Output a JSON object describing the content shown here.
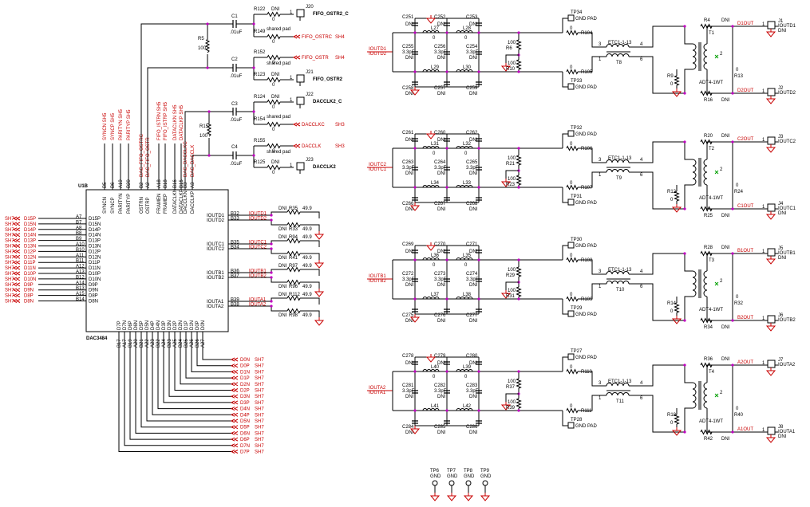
{
  "ic": {
    "ref": "U1B",
    "part": "DAC3484",
    "left_pins": [
      {
        "ball": "A7",
        "name": "D15P",
        "net": "D15P",
        "sheet": "SH7"
      },
      {
        "ball": "B7",
        "name": "D15N",
        "net": "D15N",
        "sheet": "SH7"
      },
      {
        "ball": "A8",
        "name": "D14P",
        "net": "D14P",
        "sheet": "SH7"
      },
      {
        "ball": "B8",
        "name": "D14N",
        "net": "D14N",
        "sheet": "SH7"
      },
      {
        "ball": "B9",
        "name": "D13P",
        "net": "D13P",
        "sheet": "SH7"
      },
      {
        "ball": "A10",
        "name": "D13N",
        "net": "D13N",
        "sheet": "SH7"
      },
      {
        "ball": "B10",
        "name": "D12P",
        "net": "D12P",
        "sheet": "SH7"
      },
      {
        "ball": "A11",
        "name": "D12N",
        "net": "D12N",
        "sheet": "SH7"
      },
      {
        "ball": "B11",
        "name": "D11P",
        "net": "D11P",
        "sheet": "SH7"
      },
      {
        "ball": "A12",
        "name": "D11N",
        "net": "D11N",
        "sheet": "SH7"
      },
      {
        "ball": "A13",
        "name": "D10P",
        "net": "D10P",
        "sheet": "SH7"
      },
      {
        "ball": "B12",
        "name": "D10N",
        "net": "D10N",
        "sheet": "SH7"
      },
      {
        "ball": "A14",
        "name": "D9P",
        "net": "D9P",
        "sheet": "SH7"
      },
      {
        "ball": "B13",
        "name": "D9N",
        "net": "D9N",
        "sheet": "SH7"
      },
      {
        "ball": "A15",
        "name": "D8P",
        "net": "D8P",
        "sheet": "SH7"
      },
      {
        "ball": "B14",
        "name": "D8N",
        "net": "D8N",
        "sheet": "SH7"
      }
    ],
    "top_pins": [
      {
        "ball": "B5",
        "name": "SYNCN",
        "net": "SYNCN",
        "sheet": "SH5"
      },
      {
        "ball": "B6",
        "name": "SYNCP",
        "net": "SYNCP",
        "sheet": "SH5"
      },
      {
        "ball": "A19",
        "name": "PARITYN",
        "net": "PARITYN",
        "sheet": "SH5"
      },
      {
        "ball": "B20",
        "name": "PARITYP",
        "net": "PARITYP",
        "sheet": "SH5"
      },
      {
        "ball": "B2",
        "name": "OSTRN",
        "net": "DAC_FIFO_OSTRC",
        "sheet": ""
      },
      {
        "ball": "A2",
        "name": "OSTRP",
        "net": "DAC_FIFO_OSTR",
        "sheet": ""
      },
      {
        "ball": "A18",
        "name": "FRAMEN",
        "net": "FIFO_ISTRN",
        "sheet": "SH5"
      },
      {
        "ball": "B18",
        "name": "FRAMEP",
        "net": "FIFO_ISTRP",
        "sheet": "SH5"
      },
      {
        "ball": "B16",
        "name": "DATACLKN",
        "net": "DATACLKN",
        "sheet": "SH5"
      },
      {
        "ball": "B15",
        "name": "DATACLKP",
        "net": "DATACLKP",
        "sheet": "SH5"
      },
      {
        "ball": "B3",
        "name": "DACCLKN",
        "net": "DAC_DACCLKC",
        "sheet": ""
      },
      {
        "ball": "A3",
        "name": "DACCLKP",
        "net": "DAC_DACCLK",
        "sheet": ""
      }
    ],
    "right_pins": [
      {
        "ball": "B32",
        "name": "IOUTD1",
        "net": "IOUTD1",
        "r_top": "R35",
        "r_bot": "R33",
        "dni": "DNI",
        "val": "49.9"
      },
      {
        "ball": "B33",
        "name": "IOUTD2",
        "net": "IOUTD2",
        "r_top": "",
        "r_bot": "",
        "dni": "",
        "val": ""
      },
      {
        "ball": "B35",
        "name": "IOUTC1",
        "net": "IOUTC1",
        "r_top": "R94",
        "r_bot": "R41",
        "dni": "DNI",
        "val": "49.9"
      },
      {
        "ball": "B34",
        "name": "IOUTC2",
        "net": "IOUTC2",
        "r_top": "",
        "r_bot": "",
        "dni": "",
        "val": ""
      },
      {
        "ball": "B36",
        "name": "IOUTB1",
        "net": "IOUTB1",
        "r_top": "R97",
        "r_bot": "R96",
        "dni": "DNI",
        "val": "49.9"
      },
      {
        "ball": "B37",
        "name": "IOUTB2",
        "net": "IOUTB2",
        "r_top": "",
        "r_bot": "",
        "dni": "",
        "val": ""
      },
      {
        "ball": "B39",
        "name": "IOUTA1",
        "net": "IOUTA1",
        "r_top": "R112",
        "r_bot": "R98",
        "dni": "DNI",
        "val": "49.9"
      },
      {
        "ball": "B38",
        "name": "IOUTA2",
        "net": "IOUTA2",
        "r_top": "",
        "r_bot": "",
        "dni": "",
        "val": ""
      }
    ],
    "bottom_pins": [
      {
        "ball": "B17",
        "name": "D7P"
      },
      {
        "ball": "A17",
        "name": "D7N"
      },
      {
        "ball": "B19",
        "name": "D6P"
      },
      {
        "ball": "A20",
        "name": "D6N"
      },
      {
        "ball": "B21",
        "name": "D5P"
      },
      {
        "ball": "A22",
        "name": "D5N"
      },
      {
        "ball": "A23",
        "name": "D4P"
      },
      {
        "ball": "B22",
        "name": "D4N"
      },
      {
        "ball": "A24",
        "name": "D3P"
      },
      {
        "ball": "B23",
        "name": "D3N"
      },
      {
        "ball": "A25",
        "name": "D2P"
      },
      {
        "ball": "B24",
        "name": "D2N"
      },
      {
        "ball": "B25",
        "name": "D1P"
      },
      {
        "ball": "A26",
        "name": "D1N"
      },
      {
        "ball": "B26",
        "name": "D0P"
      },
      {
        "ball": "A27",
        "name": "D0N"
      }
    ],
    "bottom_nets": [
      {
        "net": "D0N",
        "sheet": "SH7"
      },
      {
        "net": "D0P",
        "sheet": "SH7"
      },
      {
        "net": "D1N",
        "sheet": "SH7"
      },
      {
        "net": "D1P",
        "sheet": "SH7"
      },
      {
        "net": "D2N",
        "sheet": "SH7"
      },
      {
        "net": "D2P",
        "sheet": "SH7"
      },
      {
        "net": "D3N",
        "sheet": "SH7"
      },
      {
        "net": "D3P",
        "sheet": "SH7"
      },
      {
        "net": "D4N",
        "sheet": "SH7"
      },
      {
        "net": "D4P",
        "sheet": "SH7"
      },
      {
        "net": "D5N",
        "sheet": "SH7"
      },
      {
        "net": "D5P",
        "sheet": "SH7"
      },
      {
        "net": "D6N",
        "sheet": "SH7"
      },
      {
        "net": "D6P",
        "sheet": "SH7"
      },
      {
        "net": "D7N",
        "sheet": "SH7"
      },
      {
        "net": "D7P",
        "sheet": "SH7"
      }
    ]
  },
  "clock_section": {
    "c1": {
      "ref": "C1",
      "val": ".01uF"
    },
    "c2": {
      "ref": "C2",
      "val": ".01uF"
    },
    "c3": {
      "ref": "C3",
      "val": ".01uF"
    },
    "c4": {
      "ref": "C4",
      "val": ".01uF"
    },
    "r5": {
      "ref": "R5",
      "val": "100"
    },
    "r15": {
      "ref": "R15",
      "val": "100"
    },
    "rows": [
      {
        "ref": "R122",
        "val": "DNI",
        "note": "",
        "conn": "J20",
        "conn_net": "FIFO_OSTR2_C",
        "net": "",
        "sheet": ""
      },
      {
        "ref": "R149",
        "val": "",
        "note": "shared pad",
        "conn": "",
        "conn_net": "",
        "net": "FIFO_OSTRC",
        "sheet": "SH4"
      },
      {
        "ref": "R152",
        "val": "",
        "note": "shared pad",
        "conn": "",
        "conn_net": "",
        "net": "FIFO_OSTR",
        "sheet": "SH4"
      },
      {
        "ref": "R123",
        "val": "DNI",
        "note": "",
        "conn": "J21",
        "conn_net": "FIFO_OSTR2",
        "net": "",
        "sheet": ""
      },
      {
        "ref": "R124",
        "val": "DNI",
        "note": "",
        "conn": "J22",
        "conn_net": "DACCLK2_C",
        "net": "",
        "sheet": ""
      },
      {
        "ref": "R154",
        "val": "",
        "note": "shared pad",
        "conn": "",
        "conn_net": "",
        "net": "DACCLKC",
        "sheet": "SH3"
      },
      {
        "ref": "R155",
        "val": "",
        "note": "shared pad",
        "conn": "",
        "conn_net": "",
        "net": "DACCLK",
        "sheet": "SH3"
      },
      {
        "ref": "R125",
        "val": "DNI",
        "note": "",
        "conn": "J23",
        "conn_net": "DACCLK2",
        "net": "",
        "sheet": ""
      }
    ],
    "zero": "0"
  },
  "channels": [
    {
      "inputs": [
        "IOUTD1",
        "IOUTD2"
      ],
      "caps_top": [
        "C251",
        "C252",
        "C253"
      ],
      "caps_mid": [
        "C255",
        "C256",
        "C254"
      ],
      "caps_bot": [
        "C258",
        "C257",
        "C259"
      ],
      "ind_top": [
        "L27",
        "L28"
      ],
      "ind_bot": [
        "L29",
        "L30"
      ],
      "r_top": "R6",
      "r_bot": "R10",
      "r100": "100",
      "tp_top": "TP34",
      "tp_bot": "TP33",
      "gnd_pad": "GND PAD",
      "rs_top": "R104",
      "rs_bot": "R105",
      "balun": "ETC1-1-13",
      "balun_ref": "T8",
      "xfmr_ref": "T1",
      "xfmr_part": "ADT4-1WT",
      "r_shunt": "R9",
      "r_up": "R4",
      "r_dn": "R16",
      "r_side": "R13",
      "out_top": "D1OUT",
      "out_bot": "D2OUT",
      "j_top": {
        "ref": "J1",
        "name": "IOUTD1",
        "dni": "DNI"
      },
      "j_bot": {
        "ref": "J2",
        "name": "IOUTD2",
        "dni": ""
      }
    },
    {
      "inputs": [
        "IOUTC2",
        "IOUTC1"
      ],
      "caps_top": [
        "C261",
        "C260",
        "C262"
      ],
      "caps_mid": [
        "C263",
        "C264",
        "C265"
      ],
      "caps_bot": [
        "C266",
        "C267",
        "C268"
      ],
      "ind_top": [
        "L31",
        "L32"
      ],
      "ind_bot": [
        "L34",
        "L33"
      ],
      "r_top": "R21",
      "r_bot": "R23",
      "r100": "100",
      "tp_top": "TP32",
      "tp_bot": "TP31",
      "gnd_pad": "GND PAD",
      "rs_top": "R106",
      "rs_bot": "R107",
      "balun": "ETC1-1-13",
      "balun_ref": "T9",
      "xfmr_ref": "T2",
      "xfmr_part": "ADT4-1WT",
      "r_shunt": "R12",
      "r_up": "R20",
      "r_dn": "R25",
      "r_side": "R24",
      "out_top": "C2OUT",
      "out_bot": "C1OUT",
      "j_top": {
        "ref": "J3",
        "name": "IOUTC2",
        "dni": ""
      },
      "j_bot": {
        "ref": "J4",
        "name": "IOUTC1",
        "dni": "DNI"
      }
    },
    {
      "inputs": [
        "IOUTB1",
        "IOUTB2"
      ],
      "caps_top": [
        "C269",
        "C270",
        "C271"
      ],
      "caps_mid": [
        "C272",
        "C273",
        "C274"
      ],
      "caps_bot": [
        "C275",
        "C276",
        "C277"
      ],
      "ind_top": [
        "L36",
        "L35"
      ],
      "ind_bot": [
        "L37",
        "L38"
      ],
      "r_top": "R29",
      "r_bot": "R31",
      "r100": "100",
      "tp_top": "TP30",
      "tp_bot": "TP29",
      "gnd_pad": "GND PAD",
      "rs_top": "R108",
      "rs_bot": "R109",
      "balun": "ETC1-1-13",
      "balun_ref": "T10",
      "xfmr_ref": "T3",
      "xfmr_part": "ADT4-1WT",
      "r_shunt": "R14",
      "r_up": "R28",
      "r_dn": "R34",
      "r_side": "R32",
      "out_top": "B1OUT",
      "out_bot": "B2OUT",
      "j_top": {
        "ref": "J5",
        "name": "IOUTB1",
        "dni": "DNI"
      },
      "j_bot": {
        "ref": "J6",
        "name": "IOUTB2",
        "dni": ""
      }
    },
    {
      "inputs": [
        "IOUTA2",
        "IOUTA1"
      ],
      "caps_top": [
        "C278",
        "C279",
        "C280"
      ],
      "caps_mid": [
        "C281",
        "C282",
        "C283"
      ],
      "caps_bot": [
        "C284",
        "C285",
        "C286"
      ],
      "ind_top": [
        "L40",
        "L39"
      ],
      "ind_bot": [
        "L41",
        "L42"
      ],
      "r_top": "R37",
      "r_bot": "R39",
      "r100": "100",
      "tp_top": "TP27",
      "tp_bot": "TP28",
      "gnd_pad": "GND PAD",
      "rs_top": "R110",
      "rs_bot": "R111",
      "balun": "ETC1-1-13",
      "balun_ref": "T11",
      "xfmr_ref": "T4",
      "xfmr_part": "ADT4-1WT",
      "r_shunt": "R18",
      "r_up": "R36",
      "r_dn": "R42",
      "r_side": "R40",
      "out_top": "A2OUT",
      "out_bot": "A1OUT",
      "j_top": {
        "ref": "J7",
        "name": "IOUTA2",
        "dni": ""
      },
      "j_bot": {
        "ref": "J8",
        "name": "IOUTA1",
        "dni": "DNI"
      }
    }
  ],
  "component_text": {
    "dni": "DNI",
    "zero": "0",
    "cap": "3.3pF",
    "hundred": "100"
  },
  "gnd_tps": [
    {
      "ref": "TP6",
      "label": "GND"
    },
    {
      "ref": "TP7",
      "label": "GND"
    },
    {
      "ref": "TP8",
      "label": "GND"
    },
    {
      "ref": "TP9",
      "label": "GND"
    }
  ],
  "colors": {
    "wire": "#000000",
    "net_label": "#c80000",
    "junction": "#c000c0",
    "xmark": "#00a000"
  }
}
